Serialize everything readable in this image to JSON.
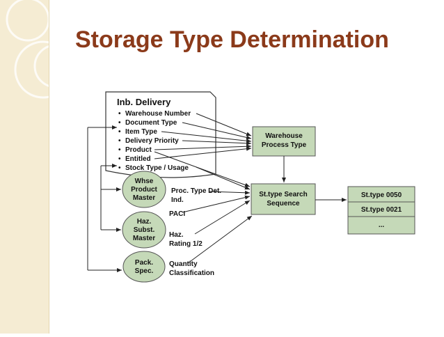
{
  "slide": {
    "title": "Storage Type Determination"
  },
  "diagram": {
    "inb_delivery": {
      "title": "Inb. Delivery",
      "items": [
        "Warehouse Number",
        "Document Type",
        "Item Type",
        "Delivery Priority",
        "Product",
        "Entitled",
        "Stock Type / Usage"
      ]
    },
    "warehouse_process_type": [
      "Warehouse",
      "Process Type"
    ],
    "st_type_search_sequence": [
      "St.type Search",
      "Sequence"
    ],
    "result_table": [
      "St.type 0050",
      "St.type 0021",
      "..."
    ],
    "whse_product_master": [
      "Whse",
      "Product",
      "Master"
    ],
    "haz_subst_master": [
      "Haz.",
      "Subst.",
      "Master"
    ],
    "pack_spec": [
      "Pack.",
      "Spec."
    ],
    "labels": {
      "proc_type_det": [
        "Proc. Type Det.",
        "Ind."
      ],
      "paci": "PACI",
      "haz_rating": [
        "Haz.",
        "Rating 1/2"
      ],
      "quantity_classification": [
        "Quantity",
        "Classification"
      ]
    }
  },
  "colors": {
    "title": "#8b3a1a",
    "box_fill": "#c5d9b8",
    "ellipse_fill": "#c5d9b8",
    "sidebar": "#f5ecd3"
  }
}
